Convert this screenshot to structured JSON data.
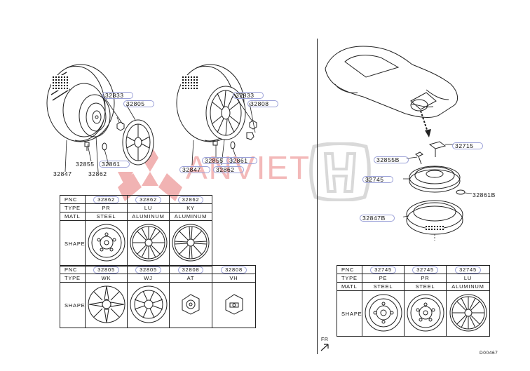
{
  "watermark": {
    "brand": "ANVIET"
  },
  "callouts": [
    {
      "id": "l1",
      "text": "32833"
    },
    {
      "id": "l2",
      "text": "32805"
    },
    {
      "id": "l3",
      "text": "32855"
    },
    {
      "id": "l4",
      "text": "32861"
    },
    {
      "id": "l5",
      "text": "32847"
    },
    {
      "id": "l6",
      "text": "32862"
    },
    {
      "id": "c1",
      "text": "32833"
    },
    {
      "id": "c2",
      "text": "32808"
    },
    {
      "id": "c3",
      "text": "32855"
    },
    {
      "id": "c4",
      "text": "32861"
    },
    {
      "id": "c5",
      "text": "32847"
    },
    {
      "id": "c6",
      "text": "32862"
    },
    {
      "id": "r1",
      "text": "32715"
    },
    {
      "id": "r2",
      "text": "32855B"
    },
    {
      "id": "r3",
      "text": "32745"
    },
    {
      "id": "r4",
      "text": "32861B"
    },
    {
      "id": "r5",
      "text": "32847B"
    }
  ],
  "table_top": {
    "row_labels": [
      "PNC",
      "TYPE",
      "MATL",
      "SHAPE"
    ],
    "columns": [
      {
        "pnc": "32862",
        "type": "PR",
        "matl": "STEEL"
      },
      {
        "pnc": "32862",
        "type": "LU",
        "matl": "ALUMINUM"
      },
      {
        "pnc": "32862",
        "type": "KY",
        "matl": "ALUMINUM"
      }
    ]
  },
  "table_mid": {
    "row_labels": [
      "PNC",
      "TYPE",
      "SHAPE"
    ],
    "columns": [
      {
        "pnc": "32805",
        "type": "WK"
      },
      {
        "pnc": "32805",
        "type": "WJ"
      },
      {
        "pnc": "32808",
        "type": "AT"
      },
      {
        "pnc": "32808",
        "type": "VH"
      }
    ]
  },
  "table_right": {
    "row_labels": [
      "PNC",
      "TYPE",
      "MATL",
      "SHAPE"
    ],
    "columns": [
      {
        "pnc": "32745",
        "type": "PE",
        "matl": "STEEL"
      },
      {
        "pnc": "32745",
        "type": "PR",
        "matl": "STEEL"
      },
      {
        "pnc": "32745",
        "type": "LU",
        "matl": "ALUMINUM"
      }
    ]
  },
  "orientation": "FR",
  "diagram_code": "D00467"
}
